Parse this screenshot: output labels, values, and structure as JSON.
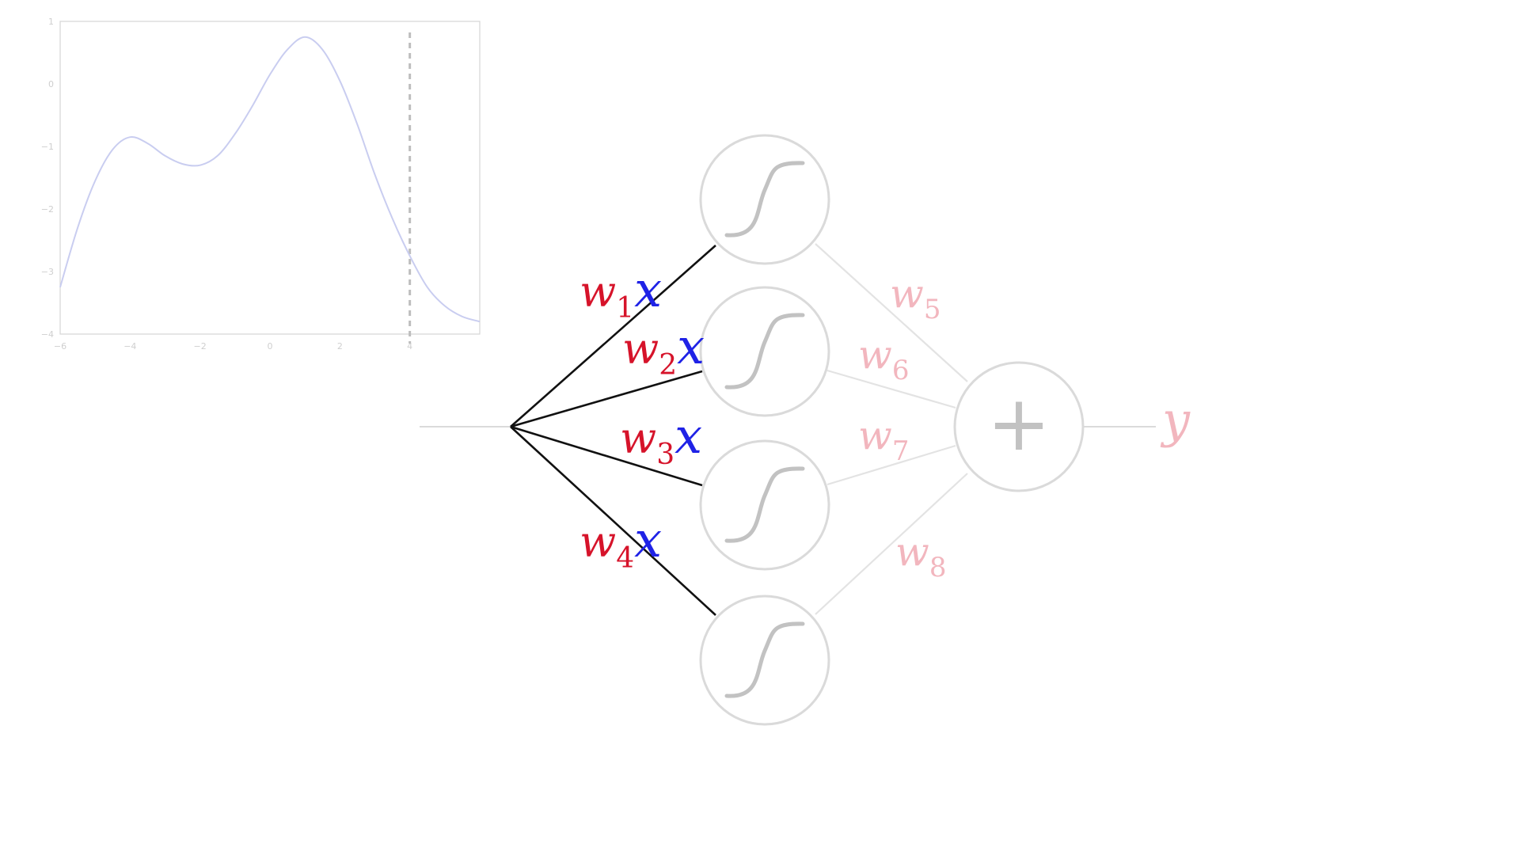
{
  "colors": {
    "weight_red": "#d6132a",
    "input_blue": "#1f22e6",
    "faded_red": "#f2b6be",
    "faded_gray": "#dadada",
    "node_symbol_gray": "#c2c2c2",
    "active_edge": "#111111",
    "plot_curve": "#c9cdf0",
    "plot_axes": "#d6d6d6",
    "plot_dash": "#bdbdbd"
  },
  "network": {
    "input_edges": [
      {
        "weight": "w",
        "sub": "1",
        "var": "x"
      },
      {
        "weight": "w",
        "sub": "2",
        "var": "x"
      },
      {
        "weight": "w",
        "sub": "3",
        "var": "x"
      },
      {
        "weight": "w",
        "sub": "4",
        "var": "x"
      }
    ],
    "output_edges": [
      {
        "weight": "w",
        "sub": "5"
      },
      {
        "weight": "w",
        "sub": "6"
      },
      {
        "weight": "w",
        "sub": "7"
      },
      {
        "weight": "w",
        "sub": "8"
      }
    ],
    "hidden_nodes": [
      "sigmoid",
      "sigmoid",
      "sigmoid",
      "sigmoid"
    ],
    "sum_symbol": "+",
    "output_label": "y"
  },
  "chart_data": {
    "type": "line",
    "title": "",
    "xlabel": "",
    "ylabel": "",
    "xlim": [
      -6,
      6
    ],
    "ylim": [
      -4,
      1
    ],
    "xticks": [
      "−6",
      "−4",
      "−2",
      "0",
      "2",
      "4"
    ],
    "yticks": [
      "1",
      "0",
      "−1",
      "−2",
      "−3",
      "−4"
    ],
    "grid": false,
    "vline_x": 4,
    "series": [
      {
        "x": [
          -6,
          -5.5,
          -5,
          -4.5,
          -4,
          -3.5,
          -3,
          -2.5,
          -2,
          -1.5,
          -1,
          -0.5,
          0,
          0.5,
          1,
          1.5,
          2,
          2.5,
          3,
          3.5,
          4,
          4.5,
          5,
          5.5,
          6
        ],
        "y": [
          -3.25,
          -2.3,
          -1.55,
          -1.05,
          -0.85,
          -0.95,
          -1.15,
          -1.28,
          -1.3,
          -1.15,
          -0.8,
          -0.35,
          0.15,
          0.55,
          0.75,
          0.55,
          0.05,
          -0.65,
          -1.45,
          -2.15,
          -2.75,
          -3.25,
          -3.55,
          -3.72,
          -3.8
        ]
      }
    ]
  }
}
